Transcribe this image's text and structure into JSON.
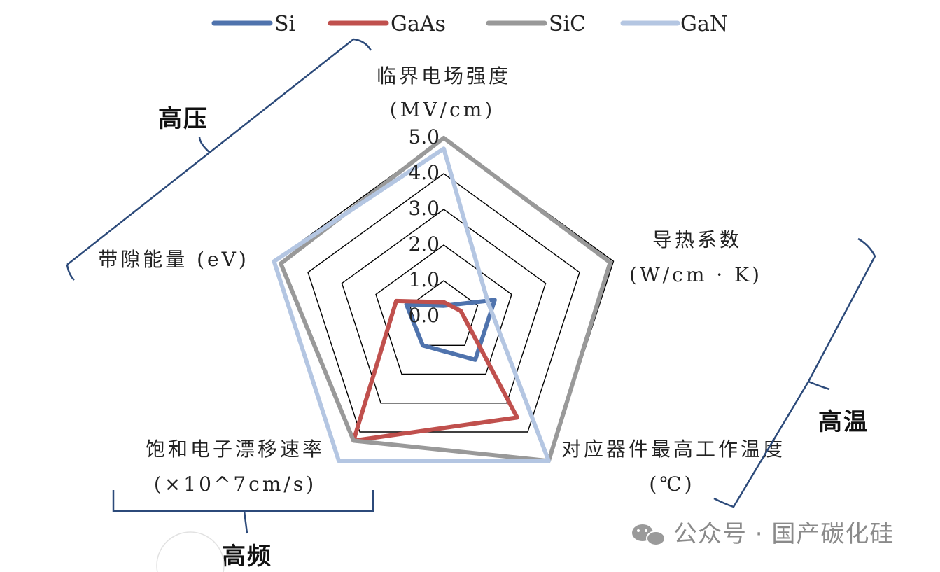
{
  "chart_data": {
    "type": "radar",
    "axes": [
      {
        "label": "临界电场强度",
        "unit": "(MV/cm)"
      },
      {
        "label": "导热系数",
        "unit": "(W/cm · K)"
      },
      {
        "label": "对应器件最高工作温度",
        "unit": "(℃)"
      },
      {
        "label": "饱和电子漂移速率",
        "unit": "(×10^7cm/s)"
      },
      {
        "label": "带隙能量 (eV)",
        "unit": ""
      }
    ],
    "ticks": [
      "0.0",
      "1.0",
      "2.0",
      "3.0",
      "4.0",
      "5.0"
    ],
    "range": [
      0,
      5
    ],
    "series": [
      {
        "name": "Si",
        "color": "#4f73ad",
        "values": [
          0.3,
          1.5,
          1.5,
          1.0,
          1.1
        ]
      },
      {
        "name": "GaAs",
        "color": "#c0504d",
        "values": [
          0.4,
          0.5,
          3.5,
          4.3,
          1.4
        ]
      },
      {
        "name": "SiC",
        "color": "#999999",
        "values": [
          5.0,
          4.9,
          5.0,
          4.3,
          4.8
        ]
      },
      {
        "name": "GaN",
        "color": "#b4c6e2",
        "values": [
          4.7,
          1.3,
          5.0,
          5.0,
          5.0
        ]
      }
    ],
    "legend_position": "top"
  },
  "groups": {
    "high_voltage": "高压",
    "high_temperature": "高温",
    "high_frequency": "高频"
  },
  "watermark": {
    "text": "公众号 · 国产碳化硅",
    "icon": "wechat-icon"
  },
  "colors": {
    "bracket": "#2c4a7a",
    "grid": "#000000"
  }
}
